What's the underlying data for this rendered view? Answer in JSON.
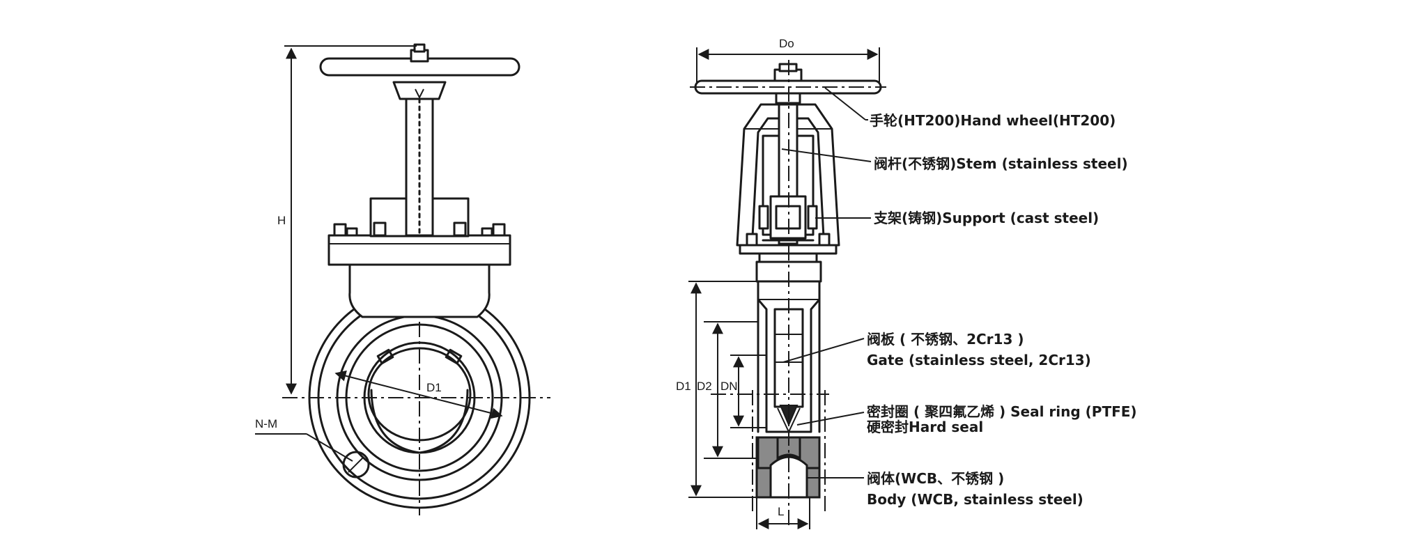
{
  "dimensions": {
    "H": "H",
    "D1_front": "D1",
    "N_M": "N-M",
    "Do": "Do",
    "D1": "D1",
    "D2": "D2",
    "DN": "DN",
    "L": "L"
  },
  "labels": {
    "hand_wheel": "手轮(HT200)Hand wheel(HT200)",
    "stem": "阀杆(不锈钢)Stem (stainless steel)",
    "support": "支架(铸钢)Support (cast steel)",
    "gate_line1": "阀板 ( 不锈钢、2Cr13 )",
    "gate_line2": "Gate (stainless steel, 2Cr13)",
    "seal_line1": "密封圈 ( 聚四氟乙烯 ) Seal ring (PTFE)",
    "seal_line2": "硬密封Hard seal",
    "body_line1": "阀体(WCB、不锈钢 )",
    "body_line2": "Body (WCB, stainless steel)"
  }
}
